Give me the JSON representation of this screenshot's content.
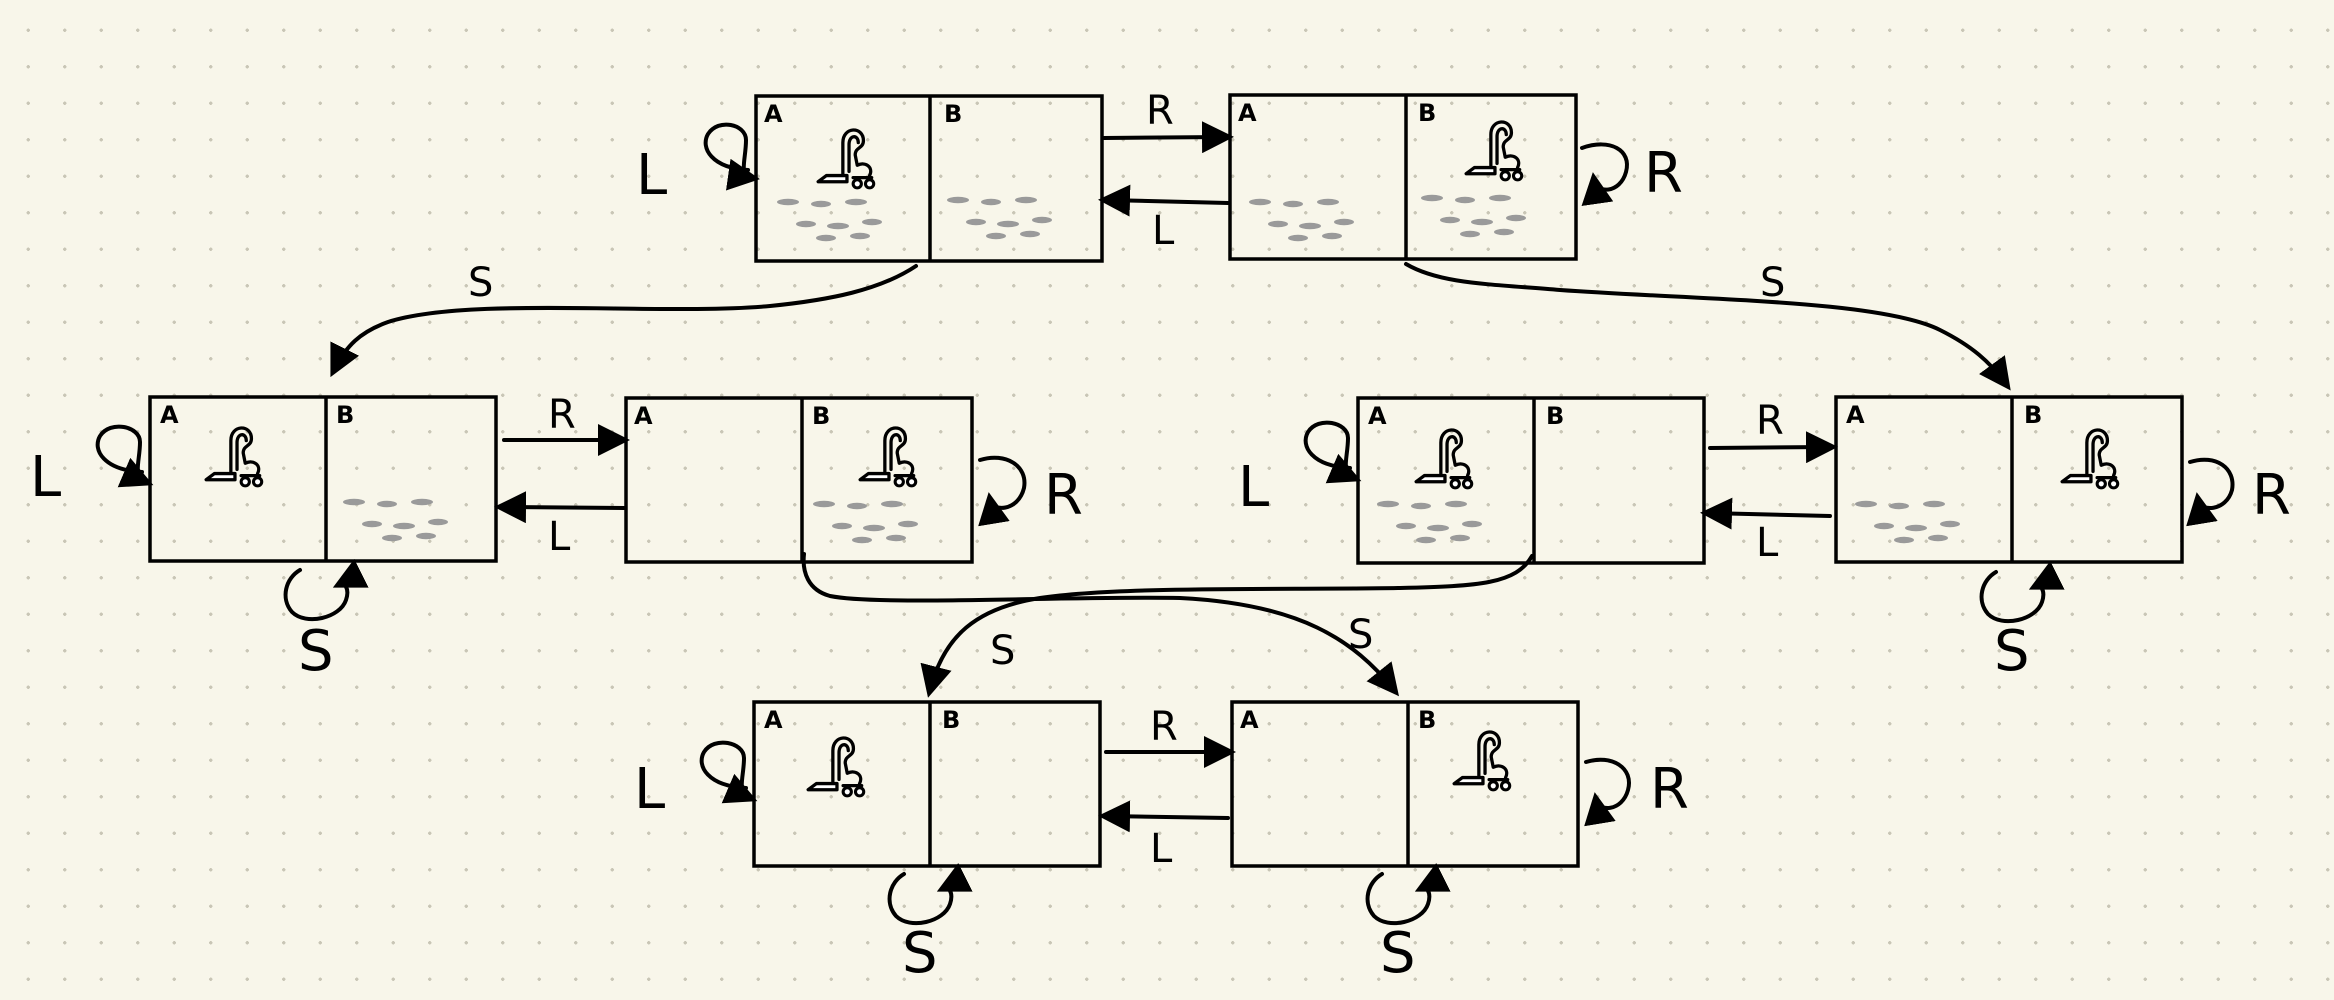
{
  "cells": {
    "left": "A",
    "right": "B"
  },
  "actions": {
    "left": "L",
    "right": "R",
    "suck": "S"
  },
  "states": [
    {
      "id": "s1",
      "vacuum": "A",
      "dirt_a": true,
      "dirt_b": true
    },
    {
      "id": "s2",
      "vacuum": "B",
      "dirt_a": true,
      "dirt_b": true
    },
    {
      "id": "s3",
      "vacuum": "A",
      "dirt_a": false,
      "dirt_b": true
    },
    {
      "id": "s4",
      "vacuum": "B",
      "dirt_a": false,
      "dirt_b": true
    },
    {
      "id": "s5",
      "vacuum": "A",
      "dirt_a": true,
      "dirt_b": false
    },
    {
      "id": "s6",
      "vacuum": "B",
      "dirt_a": true,
      "dirt_b": false
    },
    {
      "id": "s7",
      "vacuum": "A",
      "dirt_a": false,
      "dirt_b": false
    },
    {
      "id": "s8",
      "vacuum": "B",
      "dirt_a": false,
      "dirt_b": false
    }
  ],
  "transitions": [
    {
      "from": "s1",
      "to": "s2",
      "label": "R"
    },
    {
      "from": "s2",
      "to": "s1",
      "label": "L"
    },
    {
      "from": "s1",
      "to": "s1",
      "label": "L"
    },
    {
      "from": "s2",
      "to": "s2",
      "label": "R"
    },
    {
      "from": "s1",
      "to": "s3",
      "label": "S"
    },
    {
      "from": "s2",
      "to": "s6",
      "label": "S"
    },
    {
      "from": "s3",
      "to": "s4",
      "label": "R"
    },
    {
      "from": "s4",
      "to": "s3",
      "label": "L"
    },
    {
      "from": "s3",
      "to": "s3",
      "label": "L"
    },
    {
      "from": "s3",
      "to": "s3",
      "label": "S"
    },
    {
      "from": "s4",
      "to": "s4",
      "label": "R"
    },
    {
      "from": "s4",
      "to": "s8",
      "label": "S"
    },
    {
      "from": "s5",
      "to": "s6",
      "label": "R"
    },
    {
      "from": "s6",
      "to": "s5",
      "label": "L"
    },
    {
      "from": "s5",
      "to": "s5",
      "label": "L"
    },
    {
      "from": "s5",
      "to": "s7",
      "label": "S"
    },
    {
      "from": "s6",
      "to": "s6",
      "label": "R"
    },
    {
      "from": "s6",
      "to": "s6",
      "label": "S"
    },
    {
      "from": "s7",
      "to": "s8",
      "label": "R"
    },
    {
      "from": "s8",
      "to": "s7",
      "label": "L"
    },
    {
      "from": "s7",
      "to": "s7",
      "label": "L"
    },
    {
      "from": "s7",
      "to": "s7",
      "label": "S"
    },
    {
      "from": "s8",
      "to": "s8",
      "label": "R"
    },
    {
      "from": "s8",
      "to": "s8",
      "label": "S"
    }
  ]
}
